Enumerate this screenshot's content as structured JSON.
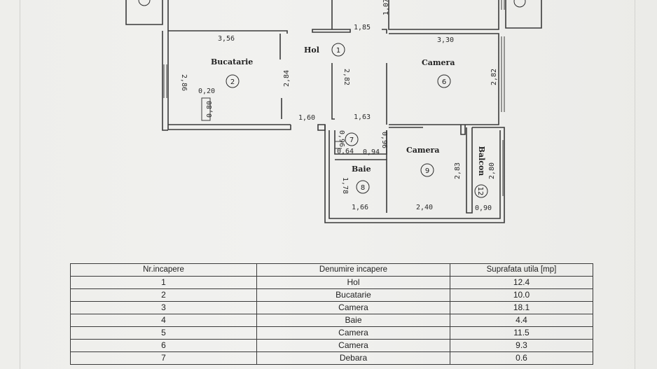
{
  "plan": {
    "rooms": [
      {
        "name": "Hol",
        "number": "1"
      },
      {
        "name": "Bucatarie",
        "number": "2"
      },
      {
        "name": "Camera",
        "number": "6"
      },
      {
        "name": "Camera",
        "number": "9"
      },
      {
        "name": "Baie",
        "number": "8"
      },
      {
        "name": "Balcon",
        "number": "12"
      },
      {
        "number": "7"
      }
    ],
    "dimensions": {
      "d_185": "1,85",
      "d_107": "1,07",
      "d_356": "3,56",
      "d_330": "3,30",
      "d_286": "2,86",
      "d_284": "2,84",
      "d_282_hol": "2,82",
      "d_282_cam": "2,82",
      "d_020": "0,20",
      "d_080": "0,80",
      "d_160": "1,60",
      "d_163": "1,63",
      "d_096a": "0,96",
      "d_096b": "0,96",
      "d_064": "0,64",
      "d_094": "0,94",
      "d_178": "1,78",
      "d_166": "1,66",
      "d_240": "2,40",
      "d_283": "2,83",
      "d_280": "2,80",
      "d_090": "0,90"
    }
  },
  "table": {
    "headers": [
      "Nr.incapere",
      "Denumire incapere",
      "Suprafata utila [mp]"
    ],
    "rows": [
      [
        "1",
        "Hol",
        "12.4"
      ],
      [
        "2",
        "Bucatarie",
        "10.0"
      ],
      [
        "3",
        "Camera",
        "18.1"
      ],
      [
        "4",
        "Baie",
        "4.4"
      ],
      [
        "5",
        "Camera",
        "11.5"
      ],
      [
        "6",
        "Camera",
        "9.3"
      ],
      [
        "7",
        "Debara",
        "0.6"
      ]
    ]
  },
  "colors": {
    "paper": "#eeeeeb",
    "ink": "#3a3a3a"
  }
}
